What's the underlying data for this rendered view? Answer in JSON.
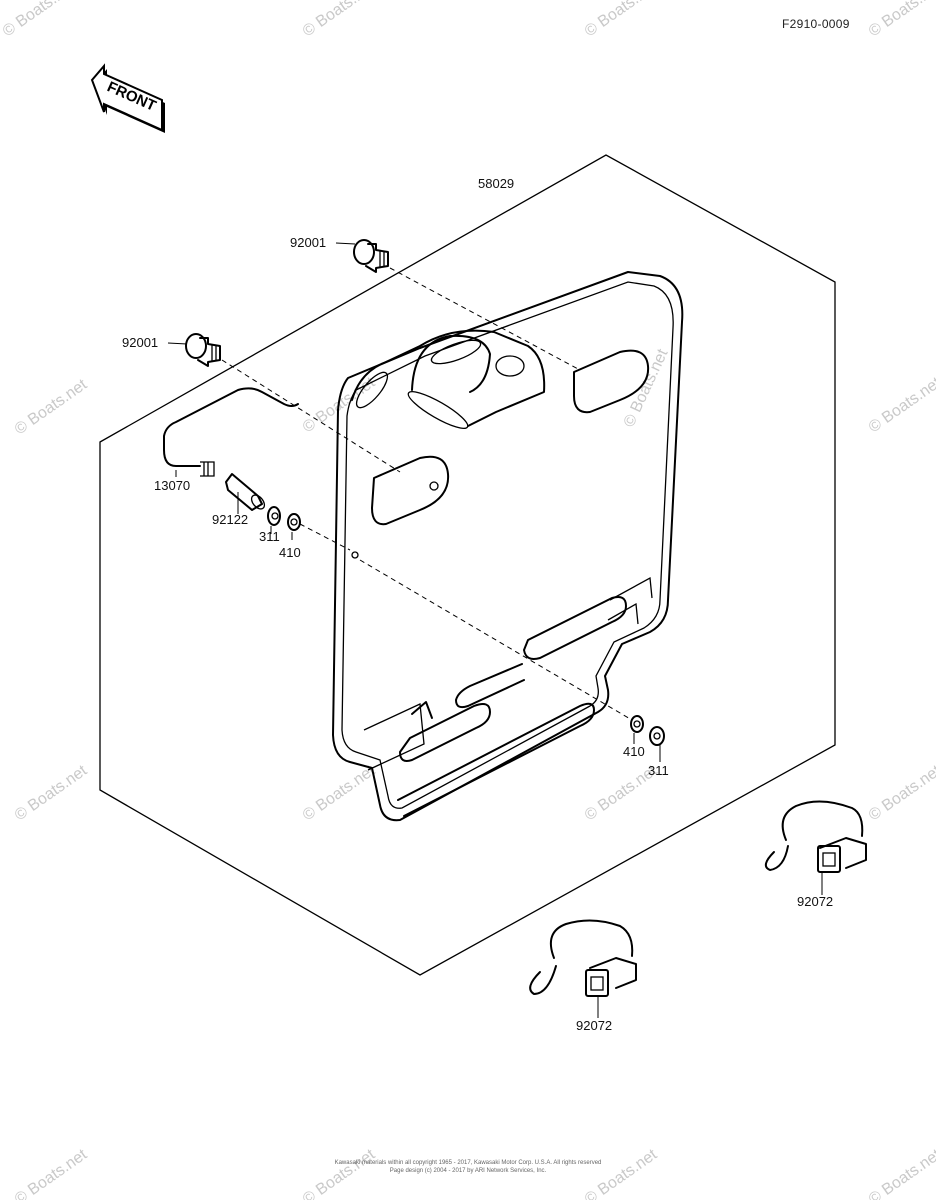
{
  "diagram": {
    "figure_code": "F2910-0009",
    "front_label": "FRONT",
    "assembly_label": "58029",
    "parts": {
      "bolt_top": "92001",
      "bolt_left": "92001",
      "rod": "13070",
      "collar": "92122",
      "nut_left": "311",
      "washer_left": "410",
      "washer_right": "410",
      "nut_right": "311",
      "band_right": "92072",
      "band_bottom": "92072"
    },
    "watermark": "© Boats.net",
    "footer": {
      "line1": "Kawasaki materials within all copyright 1965 - 2017, Kawasaki Motor Corp. U.S.A. All rights reserved",
      "line2": "Page design (c) 2004 - 2017 by ARI Network Services, Inc."
    }
  }
}
